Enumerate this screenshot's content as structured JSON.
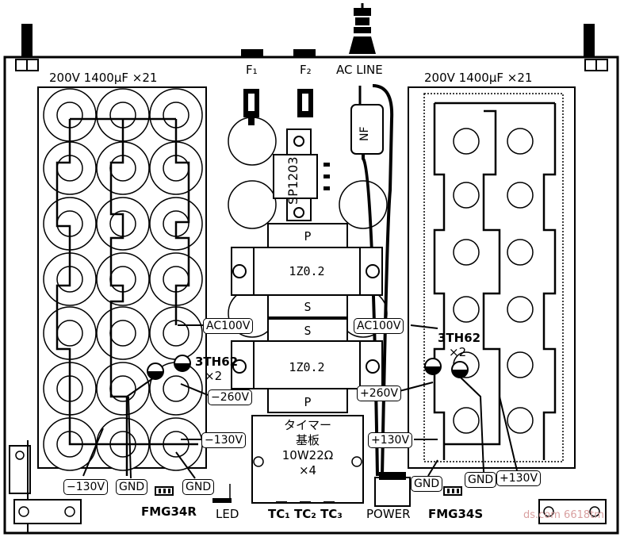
{
  "capacitor_banks": {
    "left_spec": "200V 1400μF ×21",
    "right_spec": "200V 1400μF ×21"
  },
  "fuses": {
    "f1": "F₁",
    "f2": "F₂"
  },
  "ac_line": "AC LINE",
  "noise_filter": "NF",
  "regulator": "SP1203",
  "transformer": {
    "upper": {
      "primary": "P",
      "name": "1Z0.2",
      "secondary": "S"
    },
    "lower": {
      "secondary": "S",
      "name": "1Z0.2",
      "primary": "P"
    }
  },
  "left_tags": {
    "ac100v": "AC100V",
    "thermistor_name": "3TH62",
    "thermistor_qty": "×2",
    "minus260": "−260V",
    "minus130_right": "−130V",
    "minus130_bottom": "−130V",
    "gnd1": "GND",
    "gnd2": "GND"
  },
  "right_tags": {
    "ac100v": "AC100V",
    "thermistor_name": "3TH62",
    "thermistor_qty": "×2",
    "plus260": "+260V",
    "plus130_left": "+130V",
    "plus130_bottom": "+130V",
    "gnd1": "GND",
    "gnd2": "GND"
  },
  "timer_board": {
    "title": "タイマー",
    "subtitle": "基板",
    "resistor": "10W22Ω",
    "qty": "×4"
  },
  "bottom_labels": {
    "fmg_left": "FMG34R",
    "led": "LED",
    "tc": "TC₁ TC₂ TC₃",
    "power": "POWER",
    "fmg_right": "FMG34S"
  },
  "watermark": "ds.com 6618tm"
}
